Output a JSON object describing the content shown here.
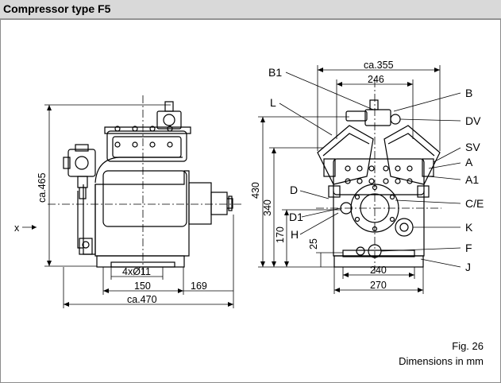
{
  "header": {
    "title": "Compressor type F5"
  },
  "dimensions_left": {
    "height_total": "ca.465",
    "x_marker": "x",
    "holes": "4xØ11",
    "dim_150": "150",
    "dim_169": "169",
    "length_total": "ca.470"
  },
  "dimensions_right": {
    "width_total": "ca.355",
    "dim_246": "246",
    "h_430": "430",
    "h_340": "340",
    "h_170": "170",
    "h_25": "25",
    "dim_240": "240",
    "dim_270": "270"
  },
  "callouts": {
    "B1": "B1",
    "L": "L",
    "D": "D",
    "D1": "D1",
    "H": "H",
    "B": "B",
    "DV": "DV",
    "SV": "SV",
    "A": "A",
    "A1": "A1",
    "CE": "C/E",
    "K": "K",
    "F": "F",
    "J": "J"
  },
  "caption": {
    "fig": "Fig. 26",
    "units": "Dimensions in mm"
  }
}
